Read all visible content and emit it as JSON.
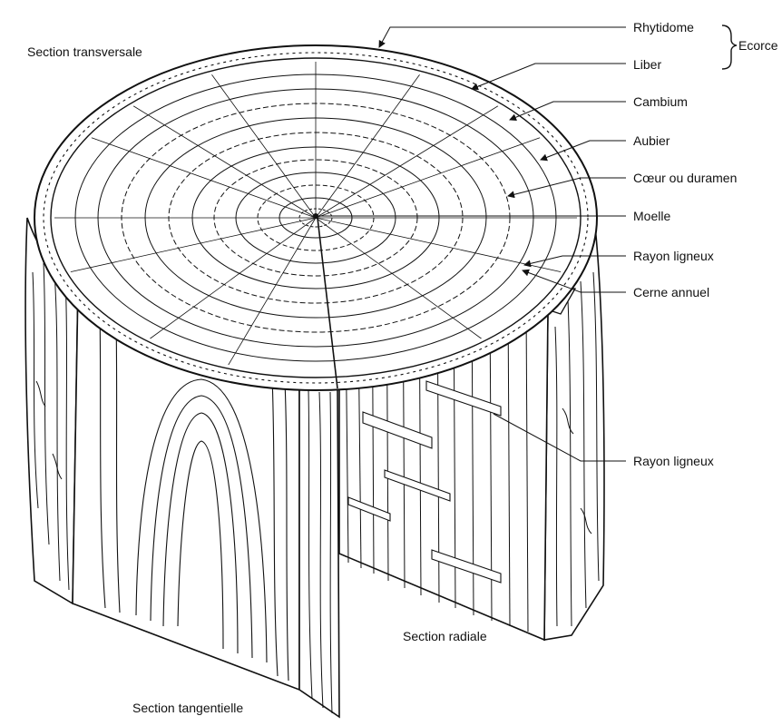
{
  "labels": {
    "section_transversale": "Section transversale",
    "section_radiale": "Section radiale",
    "section_tangentielle": "Section tangentielle",
    "rhytidome": "Rhytidome",
    "liber": "Liber",
    "ecorce": "Ecorce",
    "cambium": "Cambium",
    "aubier": "Aubier",
    "coeur": "Cœur ou duramen",
    "moelle": "Moelle",
    "rayon_ligneux_1": "Rayon ligneux",
    "cerne_annuel": "Cerne annuel",
    "rayon_ligneux_2": "Rayon ligneux"
  },
  "colors": {
    "ink": "#111111",
    "paper": "#ffffff"
  }
}
